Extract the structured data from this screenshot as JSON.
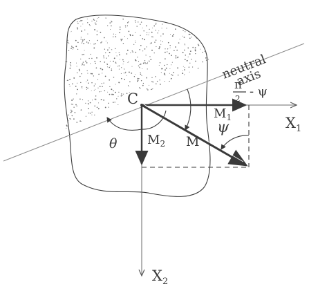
{
  "labels": {
    "point_c": "C",
    "neutral_word1": "neutral",
    "neutral_word2": "axis",
    "angle_top": "π",
    "angle_bottom": "2",
    "angle_suffix": "- ψ",
    "m1_main": "M",
    "m1_sub": "1",
    "m2_main": "M",
    "m2_sub": "2",
    "m": "M",
    "psi": "ψ",
    "theta": "θ",
    "x1_main": "X",
    "x1_sub": "1",
    "x2_main": "X",
    "x2_sub": "2"
  },
  "colors": {
    "ink": "#3a3a3a",
    "light_ink": "#8a8a8a",
    "stipple": "#6f6f6f"
  }
}
